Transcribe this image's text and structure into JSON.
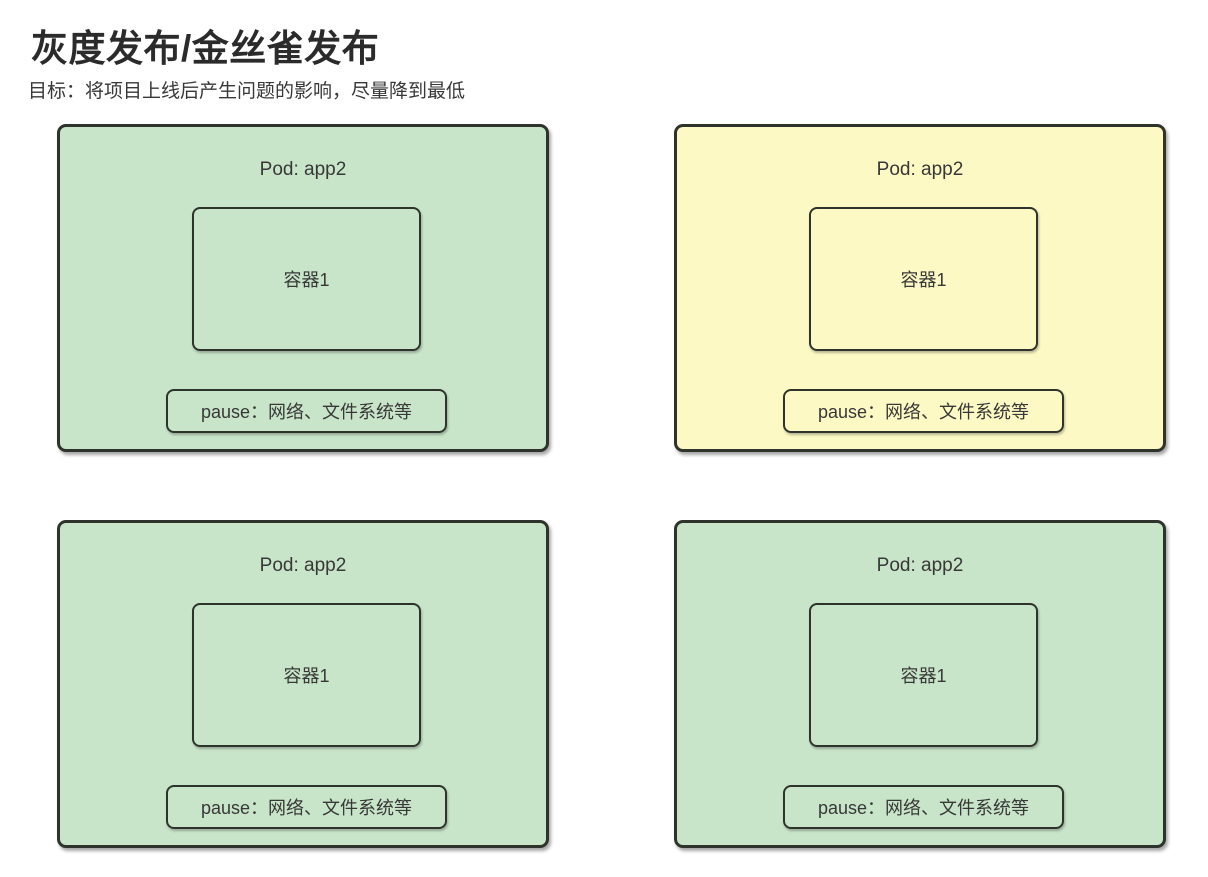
{
  "page": {
    "title": "灰度发布/金丝雀发布",
    "subtitle": "目标：将项目上线后产生问题的影响，尽量降到最低"
  },
  "colors": {
    "pod_green": "#c8e5c9",
    "pod_yellow": "#fdf9c4",
    "border_dark": "#2e342c",
    "text": "#383838"
  },
  "pods": [
    {
      "position": "top-left",
      "variant": "green",
      "title": "Pod: app2",
      "container_label": "容器1",
      "pause_label": "pause：网络、文件系统等"
    },
    {
      "position": "top-right",
      "variant": "yellow",
      "title": "Pod: app2",
      "container_label": "容器1",
      "pause_label": "pause：网络、文件系统等"
    },
    {
      "position": "bottom-left",
      "variant": "green",
      "title": "Pod: app2",
      "container_label": "容器1",
      "pause_label": "pause：网络、文件系统等"
    },
    {
      "position": "bottom-right",
      "variant": "green",
      "title": "Pod: app2",
      "container_label": "容器1",
      "pause_label": "pause：网络、文件系统等"
    }
  ]
}
